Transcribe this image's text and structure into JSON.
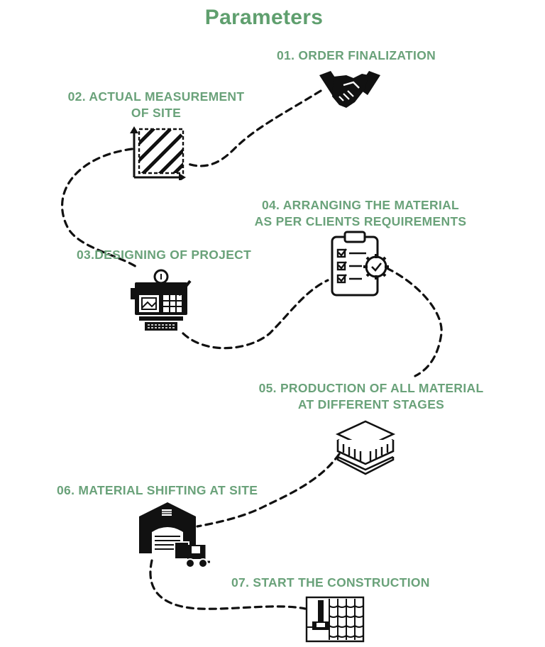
{
  "title": "Parameters",
  "accent_color": "#5f9f6e",
  "steps": [
    {
      "line1": "01. ORDER FINALIZATION",
      "line2": "",
      "icon": "handshake-icon"
    },
    {
      "line1": "02. ACTUAL MEASUREMENT",
      "line2": "OF SITE",
      "icon": "measurement-area-icon"
    },
    {
      "line1": "03.DESIGNING OF PROJECT",
      "line2": "",
      "icon": "design-monitor-icon"
    },
    {
      "line1": "04. ARRANGING THE MATERIAL",
      "line2": "AS PER CLIENTS REQUIREMENTS",
      "icon": "clipboard-checklist-icon"
    },
    {
      "line1": "05. PRODUCTION OF ALL MATERIAL",
      "line2": "AT DIFFERENT STAGES",
      "icon": "material-layers-icon"
    },
    {
      "line1": "06. MATERIAL SHIFTING AT SITE",
      "line2": "",
      "icon": "warehouse-forklift-icon"
    },
    {
      "line1": "07. START THE CONSTRUCTION",
      "line2": "",
      "icon": "construction-roof-icon"
    }
  ]
}
